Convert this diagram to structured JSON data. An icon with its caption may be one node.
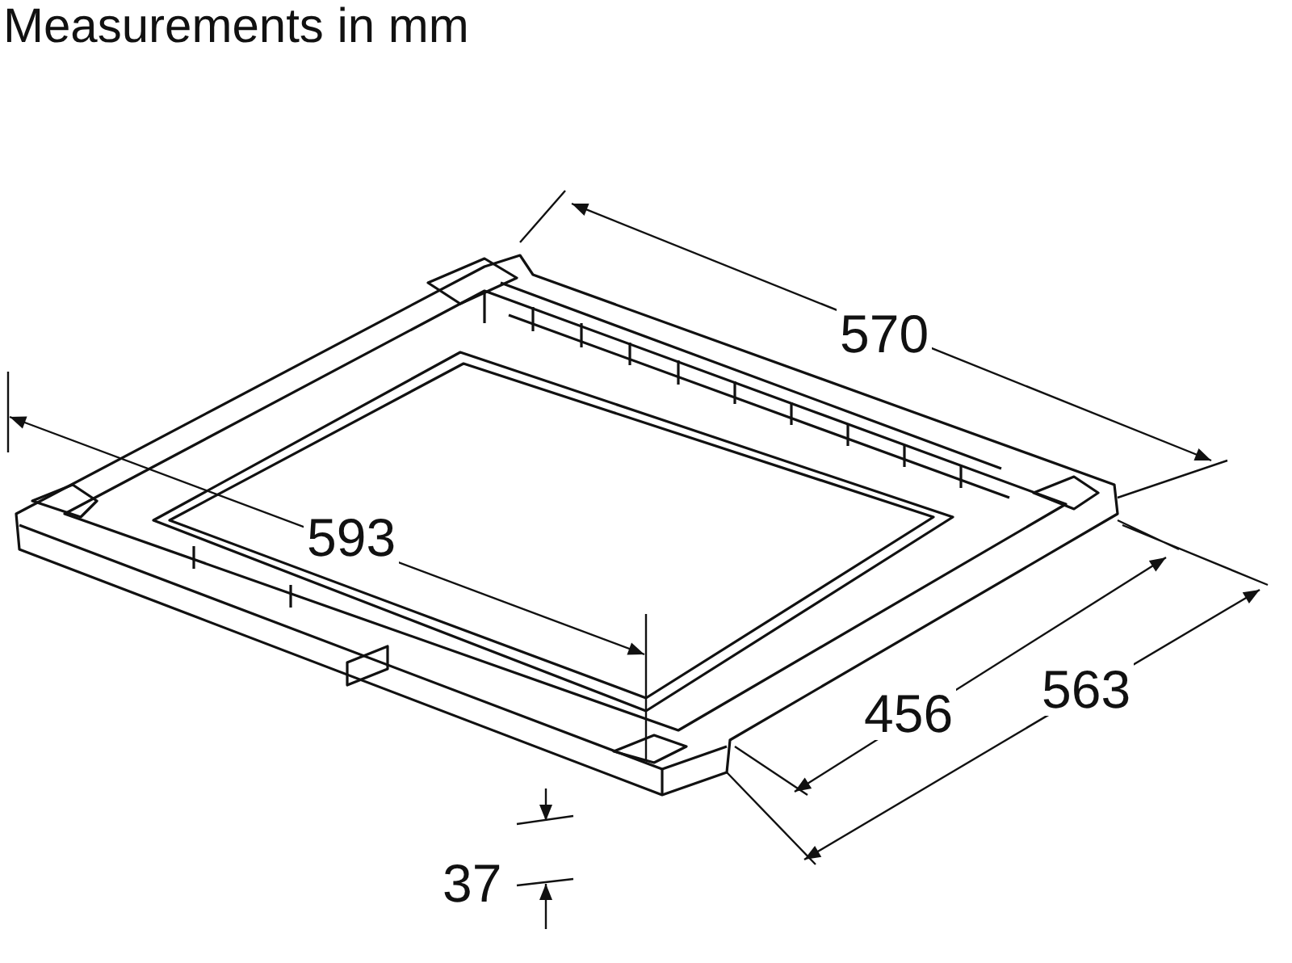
{
  "diagram": {
    "title": "Measurements in mm",
    "labels": [
      "570",
      "593",
      "456",
      "563",
      "37"
    ]
  }
}
